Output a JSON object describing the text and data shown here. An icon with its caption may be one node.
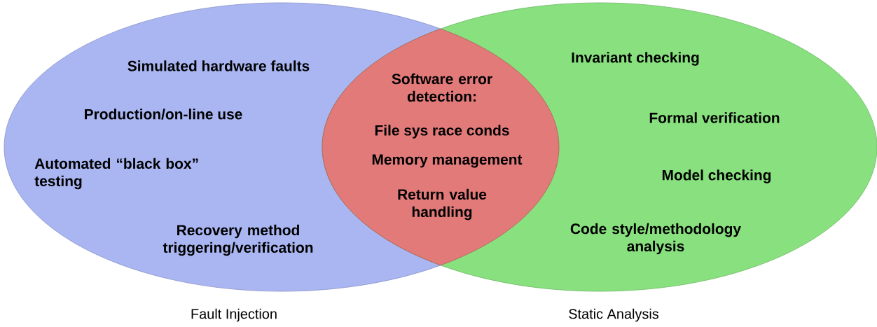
{
  "diagram": {
    "nodes": [
      {
        "text": [
          "Simulated hardware faults",
          "Production/on-line use",
          "Automated “black box” testing",
          "Recovery method triggering/verification"
        ],
        "beside": [
          "Fault Injection"
        ]
      },
      {
        "text": [
          "Invariant checking",
          "Formal verification",
          "Model checking",
          "Code style/methodology analysis"
        ],
        "beside": [
          "Static Analysis"
        ]
      },
      {
        "text": [
          "Software error detection:",
          "File sys race conds",
          "Memory management",
          "Return value handling"
        ]
      }
    ]
  }
}
